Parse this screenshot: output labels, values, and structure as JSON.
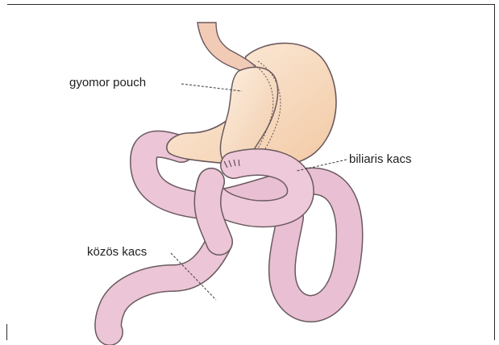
{
  "labels": {
    "pouch": "gyomor pouch",
    "biliary_limb": "biliaris kacs",
    "common_limb": "közös kacs"
  },
  "colors": {
    "stomach_fill": "#f7dcc0",
    "stomach_highlight": "#fdefe0",
    "intestine_fill": "#e9bfd3",
    "intestine_highlight": "#f8e5ee",
    "outline": "#6a5a5e",
    "esophagus_fill": "#f2cbb7"
  }
}
